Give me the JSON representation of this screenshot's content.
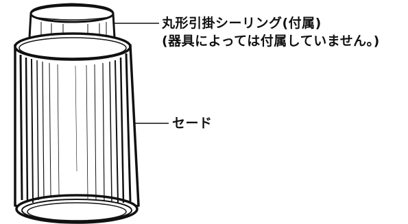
{
  "callouts": {
    "ring_label": "丸形引掛シーリング(付属)",
    "ring_note": "(器具によっては付属していません。)",
    "shade_label": "セード"
  }
}
